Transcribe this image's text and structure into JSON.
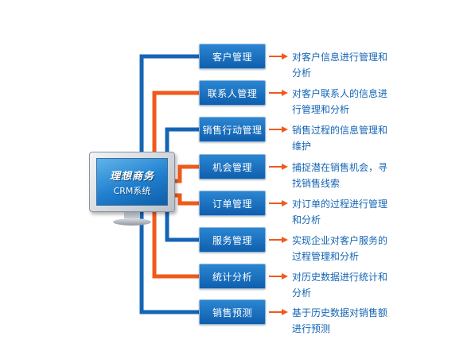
{
  "system": {
    "brand": "理想商务",
    "name": "CRM系统"
  },
  "modules": [
    {
      "label": "客户管理",
      "lines": [
        "对客户信息进行管理和",
        "分析"
      ],
      "wire_color": "#1565b5"
    },
    {
      "label": "联系人管理",
      "lines": [
        "对客户联系人的信息进",
        "行管理和分析"
      ],
      "wire_color": "#ef5a1c"
    },
    {
      "label": "销售行动管理",
      "lines": [
        "销售过程的信息管理和",
        "维护"
      ],
      "wire_color": "#1565b5"
    },
    {
      "label": "机会管理",
      "lines": [
        "捕捉潜在销售机会，寻",
        "找销售线索"
      ],
      "wire_color": "#ef5a1c"
    },
    {
      "label": "订单管理",
      "lines": [
        "对订单的过程进行管理",
        "和分析"
      ],
      "wire_color": "#ef5a1c"
    },
    {
      "label": "服务管理",
      "lines": [
        "实现企业对客户服务的",
        "过程管理和分析"
      ],
      "wire_color": "#1565b5"
    },
    {
      "label": "统计分析",
      "lines": [
        "对历史数据进行统计和",
        "分析"
      ],
      "wire_color": "#ef5a1c"
    },
    {
      "label": "销售预测",
      "lines": [
        "基于历史数据对销售额",
        "进行预测"
      ],
      "wire_color": "#1565b5"
    }
  ],
  "colors": {
    "blue": "#1565b5",
    "orange": "#ef5a1c",
    "module_bg": "#1a72c2",
    "description_text": "#1565b5"
  },
  "icons": {
    "connector": "arrow-right-icon",
    "system": "monitor-icon"
  }
}
